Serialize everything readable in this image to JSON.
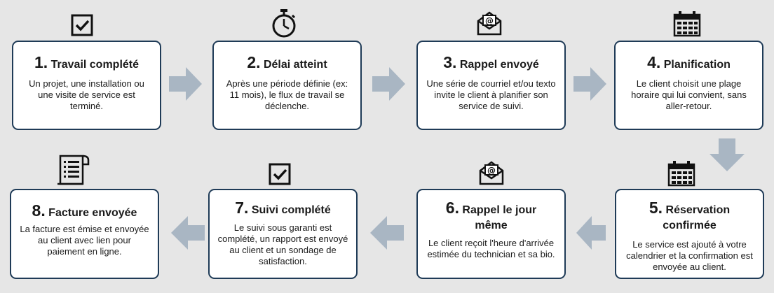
{
  "steps": [
    {
      "num": "1.",
      "title": "Travail complété",
      "desc": "Un projet, une installation ou une visite de service est terminé.",
      "icon": "checkbox-icon"
    },
    {
      "num": "2.",
      "title": "Délai atteint",
      "desc": "Après une période définie (ex: 11 mois), le flux de travail se déclenche.",
      "icon": "stopwatch-icon"
    },
    {
      "num": "3.",
      "title": "Rappel envoyé",
      "desc": "Une série de courriel et/ou texto invite le client à planifier son service de suivi.",
      "icon": "email-icon"
    },
    {
      "num": "4.",
      "title": "Planification",
      "desc": "Le client choisit une plage horaire qui lui convient, sans aller-retour.",
      "icon": "calendar-icon"
    },
    {
      "num": "5.",
      "title": "Réservation confirmée",
      "desc": "Le service est ajouté à votre calendrier et la confirmation est envoyée au client.",
      "icon": "calendar-icon"
    },
    {
      "num": "6.",
      "title": "Rappel le jour même",
      "desc": "Le client reçoit l'heure d'arrivée estimée du technician et sa bio.",
      "icon": "email-icon"
    },
    {
      "num": "7.",
      "title": "Suivi complété",
      "desc": "Le suivi sous garanti est complété, un rapport est envoyé au client et un sondage de satisfaction.",
      "icon": "checkbox-icon"
    },
    {
      "num": "8.",
      "title": "Facture envoyée",
      "desc": "La facture est émise et envoyée au client avec lien pour paiement en ligne.",
      "icon": "invoice-icon"
    }
  ],
  "colors": {
    "border": "#1f3b57",
    "arrow": "#a9b6c3",
    "background": "#e6e6e6"
  }
}
